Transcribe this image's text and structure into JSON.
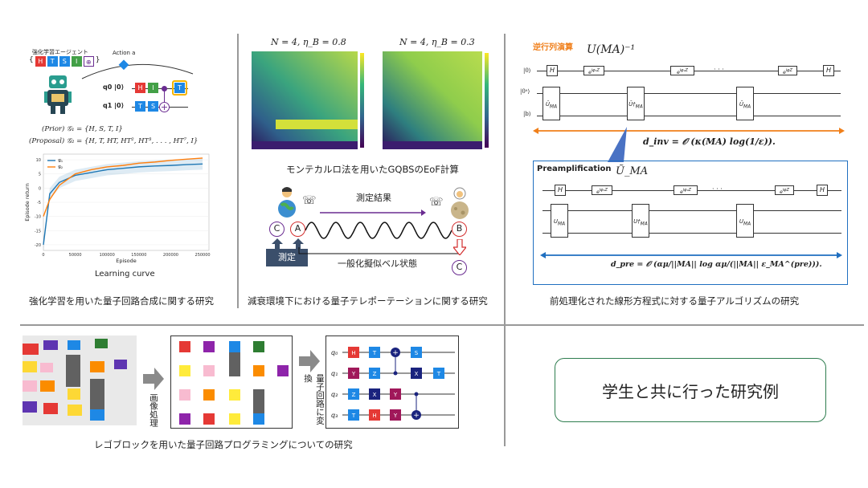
{
  "colors": {
    "orange": "#f07f1a",
    "blue": "#1f6fc0",
    "green": "#2e7d4f",
    "purple": "#6a2c91"
  },
  "panel_rl": {
    "agent_label": "強化学習エージェント",
    "action_label": "Action a",
    "q0_label": "q0 |0⟩",
    "q1_label": "q1 |0⟩",
    "prior": "(Prior)   𝒢₁ = {H, S, T, I}",
    "proposal": "(Proposal)   𝒢₂ = {H, T, HT, HT², HT³, . . . , HT⁷, I}",
    "xlabel": "Episode",
    "ylabel": "Episode return",
    "chart_title": "Learning curve",
    "caption": "強化学習を用いた量子回路合成に関する研究"
  },
  "chart_data": {
    "type": "line",
    "x": [
      0,
      10000,
      25000,
      50000,
      75000,
      100000,
      125000,
      150000,
      175000,
      200000,
      225000,
      250000
    ],
    "series": [
      {
        "name": "𝒢₁",
        "color": "#1f77b4",
        "values": [
          -20,
          -2,
          2,
          4.5,
          5.5,
          6.5,
          7,
          7.5,
          7.8,
          8,
          8.3,
          8.5
        ]
      },
      {
        "name": "𝒢₂",
        "color": "#ff7f0e",
        "values": [
          -10,
          -4,
          1,
          5,
          6.5,
          7.5,
          8,
          8.8,
          9.2,
          9.8,
          10.2,
          10.6
        ]
      }
    ],
    "xticks": [
      "0",
      "50000",
      "100000",
      "150000",
      "200000",
      "250000"
    ],
    "yticks": [
      "10",
      "5",
      "0",
      "-5",
      "-10",
      "-15",
      "-20"
    ],
    "xlim": [
      0,
      260000
    ],
    "ylim": [
      -22,
      12
    ],
    "xlabel": "Episode",
    "ylabel": "Episode return"
  },
  "panel_tele": {
    "heatmap1_title": "N = 4, η_B = 0.8",
    "heatmap2_title": "N = 4, η_B = 0.3",
    "heatmap_caption": "モンテカルロ法を用いたGQBSのEoF計算",
    "measure_result": "測定結果",
    "node_c": "C",
    "node_a": "A",
    "node_b": "B",
    "node_c2": "C",
    "measure": "測定",
    "bell_state": "一般化擬似ベル状態",
    "caption": "減衰環境下における量子テレポーテーションに関する研究"
  },
  "panel_linear": {
    "inverse_label": "逆行列演算",
    "u_label": "U(MA)⁻¹",
    "ket0": "|0⟩",
    "ket0a": "|0ᵃ⟩",
    "ketb": "|b⟩",
    "d_inv": "d_inv = 𝒪 (κ(MA) log(1/ε)).",
    "preamp_title": "Preamplification",
    "u_ma": "Ũ_MA",
    "d_pre": "d_pre = 𝒪 (αμ/||MA|| log αμ/(||MA|| ε_MA^(pre))).",
    "caption": "前処理化された線形方程式に対する量子アルゴリズムの研究"
  },
  "panel_lego": {
    "image_processing": "画像処理",
    "convert": "量子回路に変換",
    "caption": "レゴブロックを用いた量子回路プログラミングについての研究",
    "qubits": [
      "q₀",
      "q₁",
      "q₂",
      "q₃"
    ]
  },
  "panel_examples": {
    "label": "学生と共に行った研究例"
  }
}
